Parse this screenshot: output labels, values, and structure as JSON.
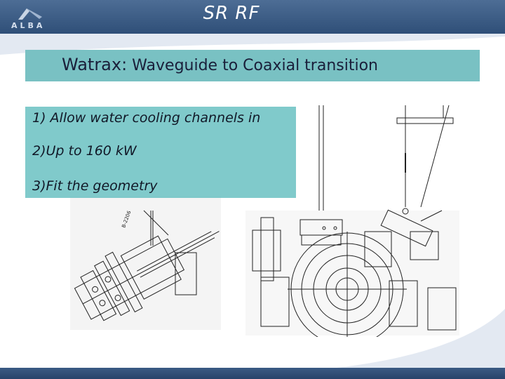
{
  "header": {
    "logo_text": "ALBA",
    "title": "SR RF"
  },
  "subtitle": {
    "strong": "Watrax:",
    "rest": " Waveguide to Coaxial transition"
  },
  "bullets": [
    "1) Allow water cooling channels in",
    "2)Up to 160 kW",
    "3)Fit the geometry"
  ],
  "drawing_labels": {
    "left_small": "B-2206"
  },
  "colors": {
    "header_bar": "#3a5a83",
    "subtitle_box": "#79c1c3",
    "bullet_box": "#64bec0",
    "text_dark": "#1a1f3a"
  }
}
